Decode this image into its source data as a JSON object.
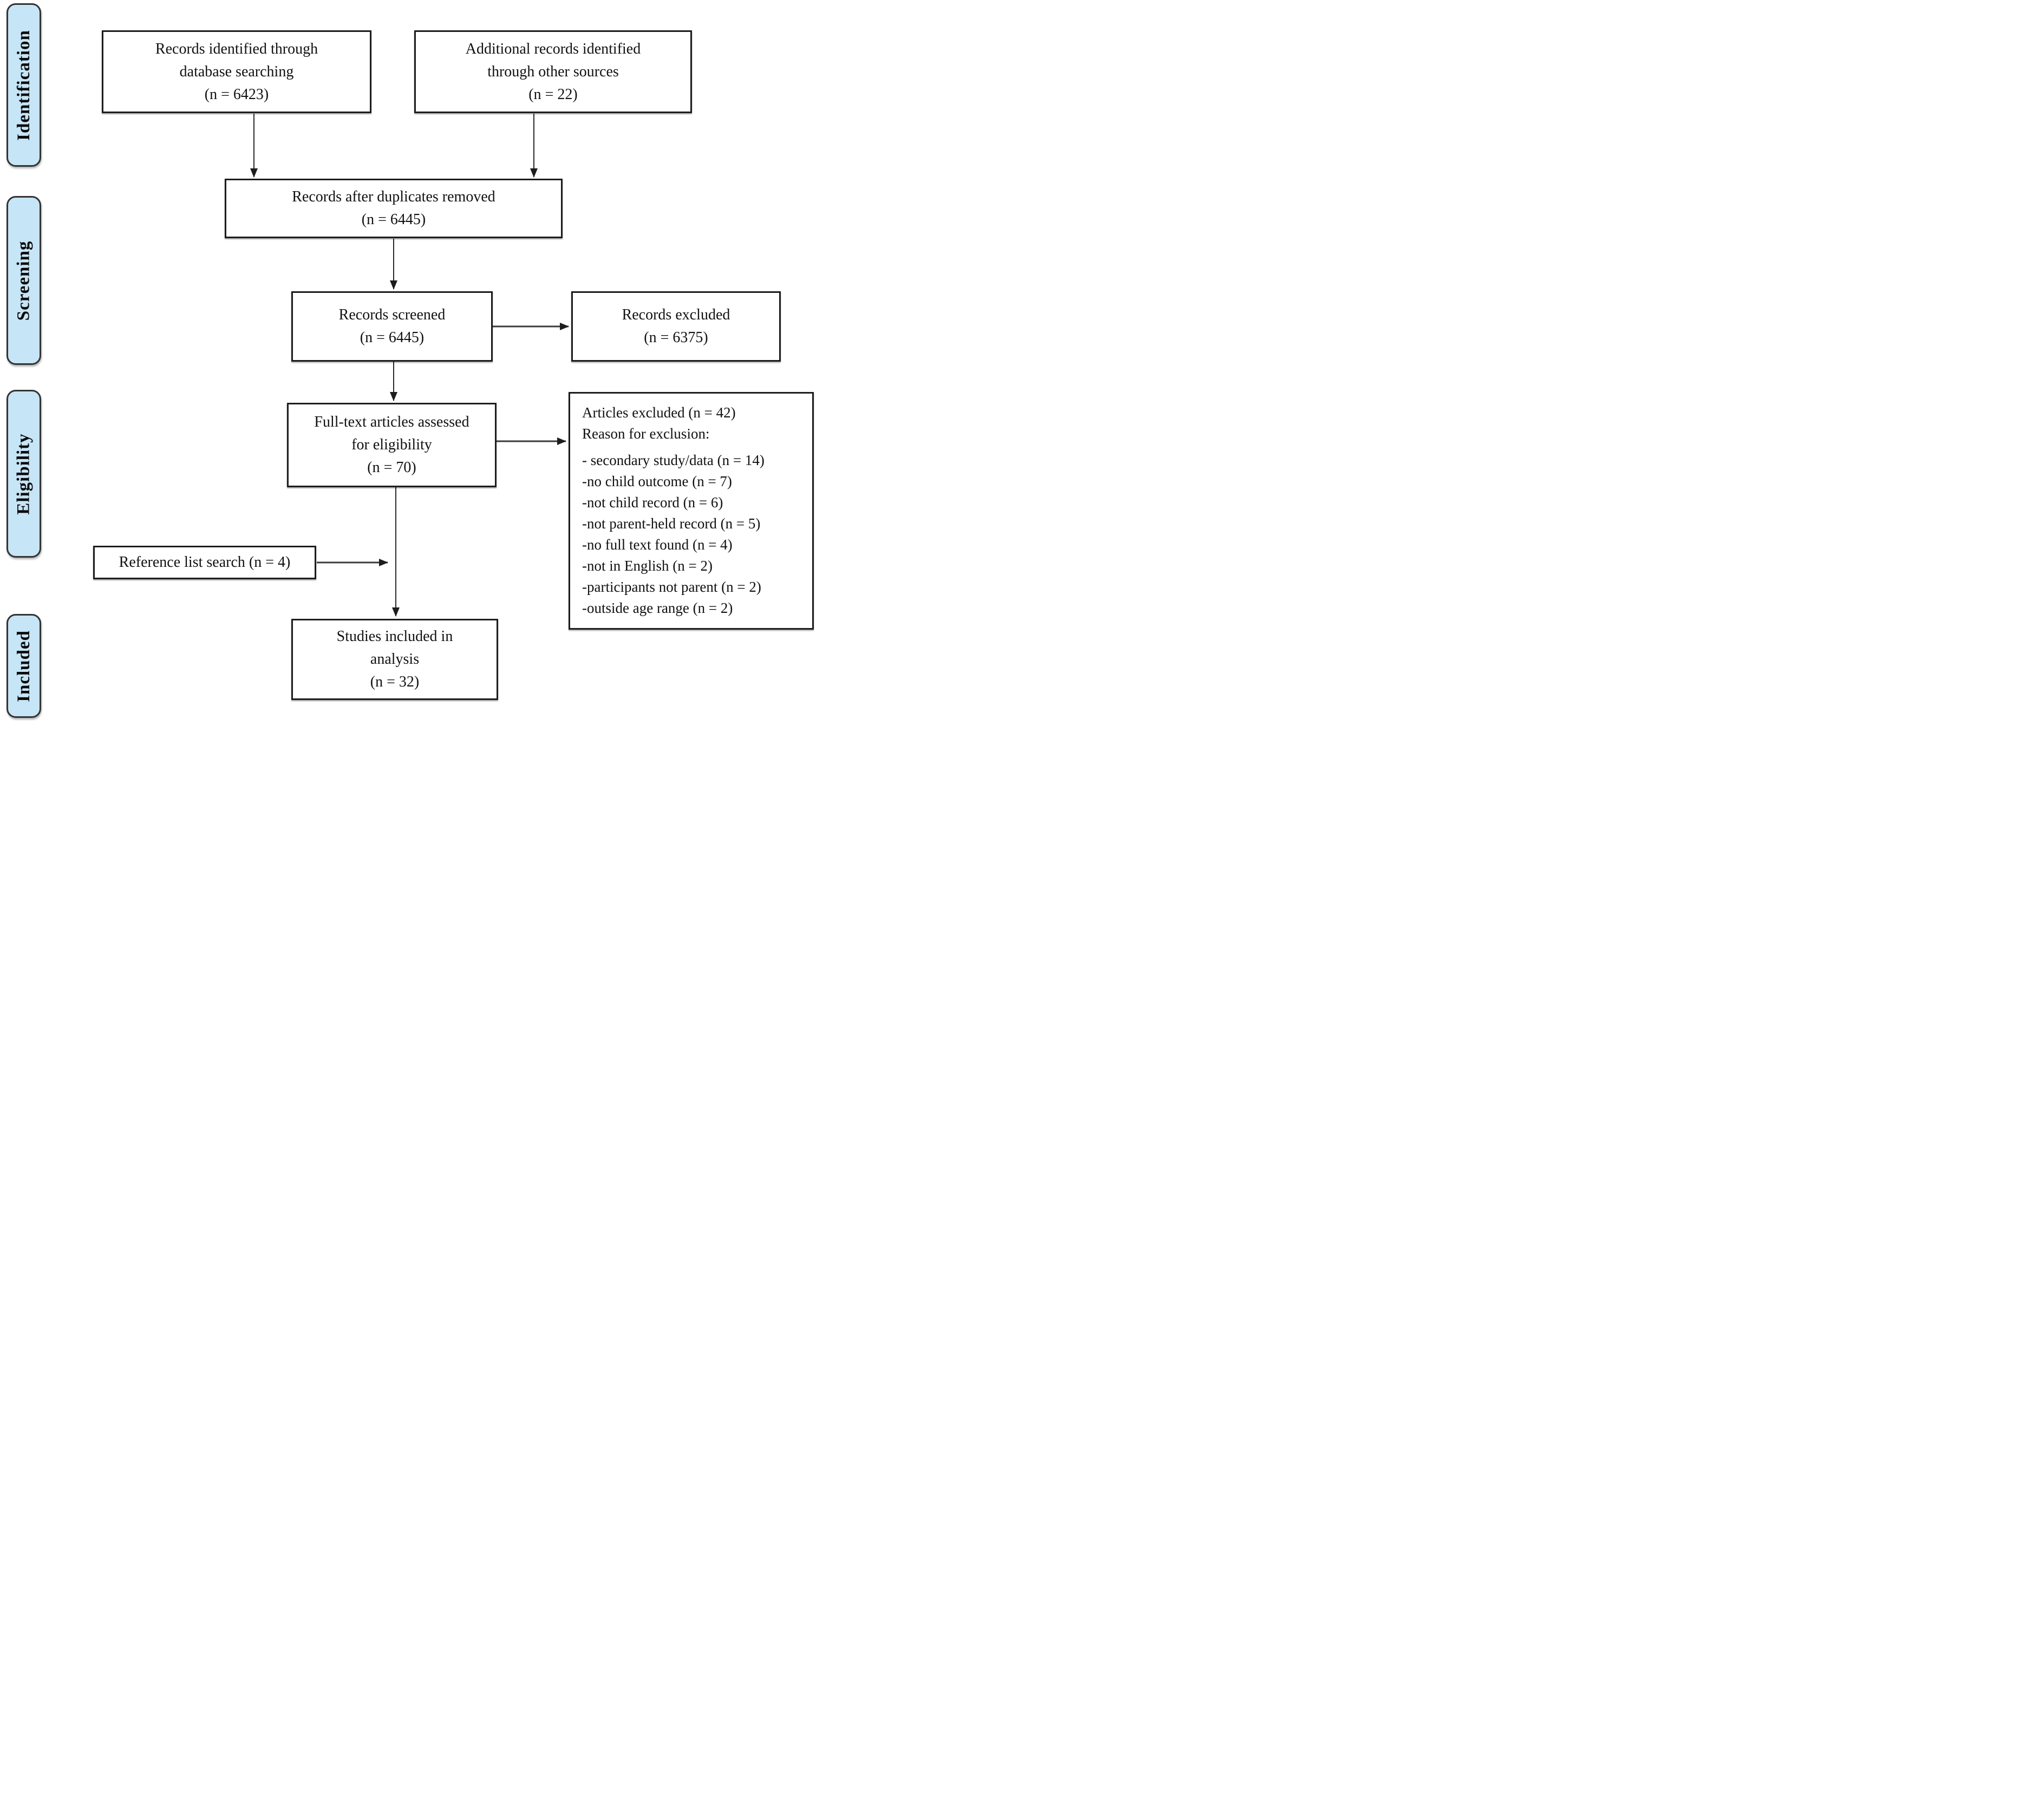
{
  "colors": {
    "phase_fill": "#c6e5f7",
    "phase_border": "#333333",
    "box_border": "#1d1d1d",
    "arrow": "#2a2a2a",
    "background": "#ffffff"
  },
  "phases": [
    {
      "label": "Identification"
    },
    {
      "label": "Screening"
    },
    {
      "label": "Eligibility"
    },
    {
      "label": "Included"
    }
  ],
  "boxes": {
    "db_search": {
      "lines": [
        "Records identified through",
        "database searching",
        "(n = 6423)"
      ]
    },
    "other_sources": {
      "lines": [
        "Additional records identified",
        "through other sources",
        "(n = 22)"
      ]
    },
    "dedupe": {
      "lines": [
        "Records after duplicates removed",
        "(n = 6445)"
      ]
    },
    "screened": {
      "lines": [
        "Records screened",
        "(n = 6445)"
      ]
    },
    "records_excluded": {
      "lines": [
        "Records excluded",
        "(n = 6375)"
      ]
    },
    "fulltext": {
      "lines": [
        "Full-text articles assessed",
        "for eligibility",
        "(n = 70)"
      ]
    },
    "articles_excluded": {
      "title": "Articles excluded (n = 42)",
      "subtitle": "Reason for exclusion:",
      "reasons": [
        "- secondary study/data (n = 14)",
        "-no child outcome (n = 7)",
        "-not child record (n = 6)",
        "-not parent-held record (n = 5)",
        "-no full text found (n = 4)",
        "-not in English (n = 2)",
        "-participants not parent (n = 2)",
        "-outside age range (n = 2)"
      ]
    },
    "reference_search": {
      "lines": [
        "Reference list search (n = 4)"
      ]
    },
    "included_analysis": {
      "lines": [
        "Studies included in",
        "analysis",
        "(n = 32)"
      ]
    }
  }
}
